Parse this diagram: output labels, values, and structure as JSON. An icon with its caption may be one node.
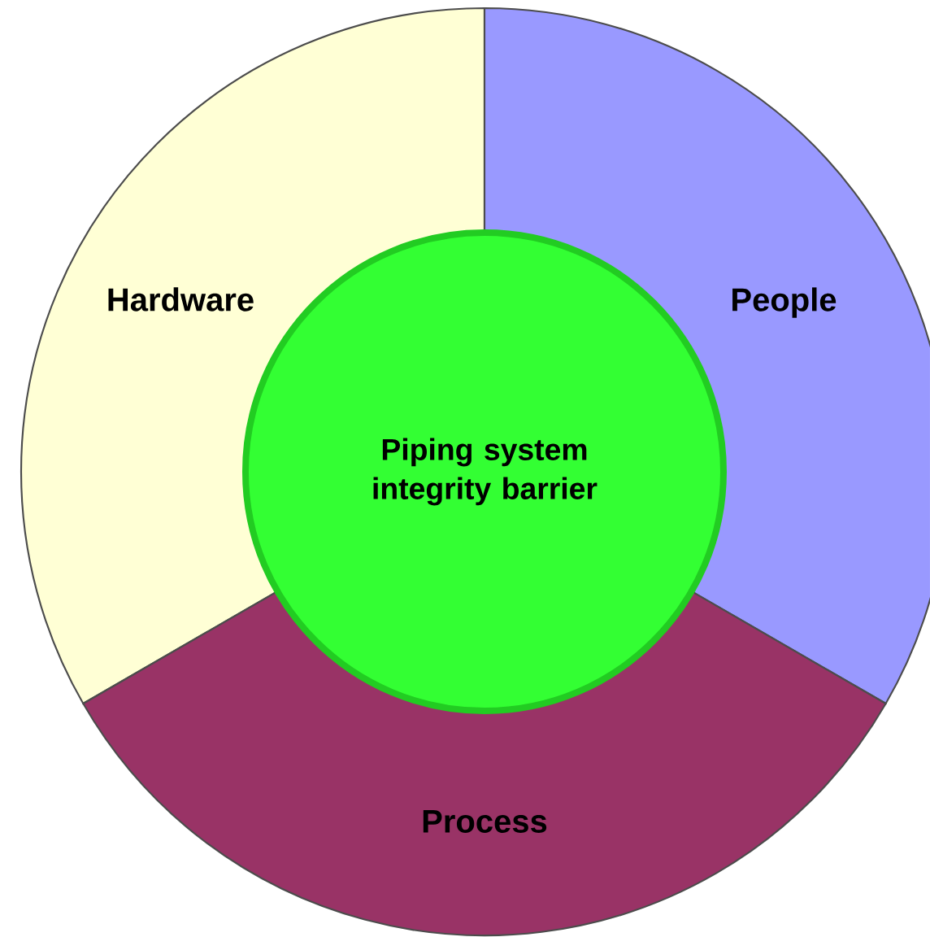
{
  "diagram": {
    "nodes": [
      {
        "text": [
          "Hardware"
        ]
      },
      {
        "text": [
          "People"
        ]
      },
      {
        "text": [
          "Piping system integrity barrier"
        ]
      },
      {
        "text": [
          "Process"
        ]
      }
    ]
  }
}
